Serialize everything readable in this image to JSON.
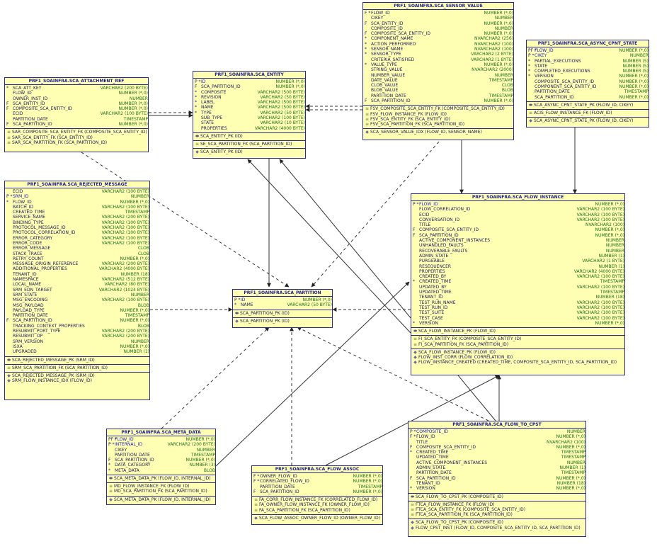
{
  "entities": {
    "sensor_value": {
      "title": "PRF1_SOAINFRA.SCA_SENSOR_VALUE",
      "columns": [
        {
          "key": "F *",
          "name": "FLOW_ID",
          "type": "NUMBER (*,0)"
        },
        {
          "key": "",
          "name": "CIKEY",
          "type": "NUMBER"
        },
        {
          "key": "F",
          "name": "SCA_ENTITY_ID",
          "type": "NUMBER (*,0)"
        },
        {
          "key": "",
          "name": "COMPOSITE_ID",
          "type": "NUMBER"
        },
        {
          "key": "F",
          "name": "COMPOSITE_SCA_ENTITY_ID",
          "type": "NUMBER (*,0)"
        },
        {
          "key": "*",
          "name": "COMPONENT_NAME",
          "type": "NVARCHAR2 (256)"
        },
        {
          "key": "*",
          "name": "ACTION_PERFORMED",
          "type": "NVARCHAR2 (100)"
        },
        {
          "key": "*",
          "name": "SENSOR_NAME",
          "type": "NVARCHAR2 (100)"
        },
        {
          "key": "*",
          "name": "SENSOR_TYPE",
          "type": "VARCHAR2 (2 BYTE)"
        },
        {
          "key": "",
          "name": "CRITERIA_SATISFIED",
          "type": "VARCHAR2 (1 BYTE)"
        },
        {
          "key": "*",
          "name": "VALUE_TYPE",
          "type": "NUMBER (*,0)"
        },
        {
          "key": "",
          "name": "STRING_VALUE",
          "type": "NVARCHAR2 (2000)"
        },
        {
          "key": "",
          "name": "NUMBER_VALUE",
          "type": "NUMBER"
        },
        {
          "key": "",
          "name": "DATE_VALUE",
          "type": "TIMESTAMP"
        },
        {
          "key": "",
          "name": "CLOB_VALUE",
          "type": "CLOB"
        },
        {
          "key": "",
          "name": "BLOB_VALUE",
          "type": "BLOB"
        },
        {
          "key": "",
          "name": "PARTITION_DATE",
          "type": "TIMESTAMP"
        },
        {
          "key": "F",
          "name": "SCA_PARTITION_ID",
          "type": "NUMBER (*,0)"
        }
      ],
      "fks": [
        "FSV_COMPOSITE_SCA_ENTITY_FK (COMPOSITE_SCA_ENTITY_ID)",
        "FSV_FLOW_INSTANCE_FK (FLOW_ID)",
        "FSV_SCA_ENTITY_FK (SCA_ENTITY_ID)",
        "FSV_SCA_PARTITION_FK (SCA_PARTITION_ID)"
      ],
      "indexes": [
        "SCA_SENSOR_VALUE_IDX (FLOW_ID, SENSOR_NAME)"
      ]
    },
    "async_cpnt_state": {
      "title": "PRF1_SOAINFRA.SCA_ASYNC_CPNT_STATE",
      "columns": [
        {
          "key": "PF *",
          "name": "FLOW_ID",
          "type": "NUMBER (*,0)"
        },
        {
          "key": "P *",
          "name": "CIKEY",
          "type": "NUMBER"
        },
        {
          "key": "*",
          "name": "PARTIAL_EXECUTIONS",
          "type": "NUMBER (5)"
        },
        {
          "key": "*",
          "name": "STATE",
          "type": "NUMBER (5)"
        },
        {
          "key": "*",
          "name": "COMPLETED_EXECUTIONS",
          "type": "NUMBER (5)"
        },
        {
          "key": "*",
          "name": "VERSION",
          "type": "NUMBER (*,0)"
        },
        {
          "key": "",
          "name": "COMPOSITE_SCA_ENTITY_ID",
          "type": "NUMBER (*,0)"
        },
        {
          "key": "",
          "name": "COMPONENT_SCA_ENTITY_ID",
          "type": "NUMBER (*,0)"
        },
        {
          "key": "",
          "name": "PARTITION_DATE",
          "type": "TIMESTAMP"
        },
        {
          "key": "",
          "name": "SCA_PARTITION_ID",
          "type": "NUMBER (*,0)"
        }
      ],
      "pks": [
        "SCA_ASYNC_CPNT_STATE_PK (FLOW_ID, CIKEY)"
      ],
      "fks": [
        "ACIS_FLOW_INSTANCE_FK (FLOW_ID)"
      ],
      "indexes": [
        "SCA_ASYNC_CPNT_STATE_PK (FLOW_ID, CIKEY)"
      ]
    },
    "attachment_ref": {
      "title": "PRF1_SOAINFRA.SCA_ATTACHMENT_REF",
      "columns": [
        {
          "key": "*",
          "name": "SCA_ATT_KEY",
          "type": "VARCHAR2 (200 BYTE)"
        },
        {
          "key": "",
          "name": "FLOW_ID",
          "type": "NUMBER (*,0)"
        },
        {
          "key": "",
          "name": "OWNER_INST_ID",
          "type": "NUMBER"
        },
        {
          "key": "F",
          "name": "SCA_ENTITY_ID",
          "type": "NUMBER (*,0)"
        },
        {
          "key": "F",
          "name": "COMPOSITE_SCA_ENTITY_ID",
          "type": "NUMBER (*,0)"
        },
        {
          "key": "",
          "name": "ECID",
          "type": "VARCHAR2 (100 BYTE)"
        },
        {
          "key": "",
          "name": "PARTITION_DATE",
          "type": "TIMESTAMP"
        },
        {
          "key": "F",
          "name": "SCA_PARTITION_ID",
          "type": "NUMBER (*,0)"
        }
      ],
      "fks": [
        "SAR_COMPOSITE_SCA_ENTITY_FK (COMPOSITE_SCA_ENTITY_ID)",
        "SAR_SCA_ENTITY_FK (SCA_ENTITY_ID)",
        "SAR_SCA_PARTITION_FK (SCA_PARTITION_ID)"
      ]
    },
    "sca_entity": {
      "title": "PRF1_SOAINFRA.SCA_ENTITY",
      "columns": [
        {
          "key": "P *",
          "name": "ID",
          "type": "NUMBER (*,0)"
        },
        {
          "key": "F",
          "name": "SCA_PARTITION_ID",
          "type": "NUMBER (*,0)"
        },
        {
          "key": "*",
          "name": "COMPOSITE",
          "type": "VARCHAR2 (500 BYTE)"
        },
        {
          "key": "*",
          "name": "REVISION",
          "type": "VARCHAR2 (50 BYTE)"
        },
        {
          "key": "*",
          "name": "LABEL",
          "type": "VARCHAR2 (500 BYTE)"
        },
        {
          "key": "*",
          "name": "NAME",
          "type": "VARCHAR2 (500 BYTE)"
        },
        {
          "key": "*",
          "name": "TYPE",
          "type": "VARCHAR2 (50 BYTE)"
        },
        {
          "key": "",
          "name": "SUB_TYPE",
          "type": "VARCHAR2 (100 BYTE)"
        },
        {
          "key": "",
          "name": "STATE",
          "type": "VARCHAR2 (10 BYTE)"
        },
        {
          "key": "",
          "name": "PROPERTIES",
          "type": "VARCHAR2 (4000 BYTE)"
        }
      ],
      "pks": [
        "SCA_ENTITY_PK (ID)"
      ],
      "fks": [
        "SE_SCA_PARTITION_FK (SCA_PARTITION_ID)"
      ],
      "indexes": [
        "SCA_ENTITY_PK (ID)"
      ]
    },
    "rejected_message": {
      "title": "PRF1_SOAINFRA.SCA_REJECTED_MESSAGE",
      "columns": [
        {
          "key": "",
          "name": "ECID",
          "type": "VARCHAR2 (100 BYTE)"
        },
        {
          "key": "P *",
          "name": "SRM_ID",
          "type": "NUMBER"
        },
        {
          "key": "*",
          "name": "FLOW_ID",
          "type": "NUMBER (*,0)"
        },
        {
          "key": "",
          "name": "BATCH_ID",
          "type": "VARCHAR2 (100 BYTE)"
        },
        {
          "key": "",
          "name": "CREATED_TIME",
          "type": "TIMESTAMP"
        },
        {
          "key": "",
          "name": "SERVICE_NAME",
          "type": "VARCHAR2 (200 BYTE)"
        },
        {
          "key": "",
          "name": "BINDING_TYPE",
          "type": "VARCHAR2 (100 BYTE)"
        },
        {
          "key": "",
          "name": "PROTOCOL_MESSAGE_ID",
          "type": "VARCHAR2 (100 BYTE)"
        },
        {
          "key": "",
          "name": "PROTOCOL_CORRELATION_ID",
          "type": "VARCHAR2 (100 BYTE)"
        },
        {
          "key": "",
          "name": "ERROR_CATEGORY",
          "type": "VARCHAR2 (100 BYTE)"
        },
        {
          "key": "",
          "name": "ERROR_CODE",
          "type": "VARCHAR2 (100 BYTE)"
        },
        {
          "key": "",
          "name": "ERROR_MESSAGE",
          "type": "CLOB"
        },
        {
          "key": "",
          "name": "STACK_TRACE",
          "type": "CLOB"
        },
        {
          "key": "",
          "name": "RETRY_COUNT",
          "type": "NUMBER (*,0)"
        },
        {
          "key": "",
          "name": "MESSAGE_ORIGIN_REFERENCE",
          "type": "VARCHAR2 (200 BYTE)"
        },
        {
          "key": "",
          "name": "ADDITIONAL_PROPERTIES",
          "type": "VARCHAR2 (4000 BYTE)"
        },
        {
          "key": "",
          "name": "TENANT_ID",
          "type": "NUMBER (18)"
        },
        {
          "key": "",
          "name": "NAMESPACE",
          "type": "VARCHAR2 (512 BYTE)"
        },
        {
          "key": "",
          "name": "LOCAL_NAME",
          "type": "VARCHAR2 (80 BYTE)"
        },
        {
          "key": "",
          "name": "SRM_EDN_TARGET",
          "type": "VARCHAR2 (1024 BYTE)"
        },
        {
          "key": "",
          "name": "SRM_STATE",
          "type": "NUMBER"
        },
        {
          "key": "",
          "name": "MSG_ENCODING",
          "type": "VARCHAR2 (100 BYTE)"
        },
        {
          "key": "",
          "name": "MSG_PAYLOAD",
          "type": "BLOB"
        },
        {
          "key": "",
          "name": "PAYLOAD_TYPE",
          "type": "NUMBER (*,0)"
        },
        {
          "key": "",
          "name": "PARTITION_DATE",
          "type": "TIMESTAMP"
        },
        {
          "key": "F",
          "name": "SCA_PARTITION_ID",
          "type": "NUMBER (*,0)"
        },
        {
          "key": "",
          "name": "TRACKING_CONTEXT_PROPERTIES",
          "type": "BLOB"
        },
        {
          "key": "",
          "name": "RESUBMIT_PORT_TYPE",
          "type": "VARCHAR2 (200 BYTE)"
        },
        {
          "key": "",
          "name": "RESUBMIT_OP",
          "type": "VARCHAR2 (200 BYTE)"
        },
        {
          "key": "",
          "name": "SRM_VERSION",
          "type": "NUMBER"
        },
        {
          "key": "",
          "name": "ISXA",
          "type": "NUMBER (*,0)"
        },
        {
          "key": "",
          "name": "UPGRADED",
          "type": "NUMBER (1)"
        }
      ],
      "pks": [
        "SCA_REJECTED_MESSAGE_PK (SRM_ID)"
      ],
      "fks": [
        "SRM_SCA_PARTITION_FK (SCA_PARTITION_ID)"
      ],
      "indexes": [
        "SCA_REJECTED_MESSAGE_PK (SRM_ID)",
        "SRM_FLOW_INSTANCE_IDX (FLOW_ID)"
      ]
    },
    "sca_partition": {
      "title": "PRF1_SOAINFRA.SCA_PARTITION",
      "columns": [
        {
          "key": "P *",
          "name": "ID",
          "type": "NUMBER (*,0)"
        },
        {
          "key": "*",
          "name": "NAME",
          "type": "VARCHAR2 (50 BYTE)"
        }
      ],
      "pks": [
        "SCA_PARTITION_PK (ID)"
      ],
      "indexes": [
        "SCA_PARTITION_PK (ID)"
      ]
    },
    "flow_instance": {
      "title": "PRF1_SOAINFRA.SCA_FLOW_INSTANCE",
      "columns": [
        {
          "key": "P *",
          "name": "FLOW_ID",
          "type": "NUMBER (*,0)"
        },
        {
          "key": "",
          "name": "FLOW_CORRELATION_ID",
          "type": "VARCHAR2 (100 BYTE)"
        },
        {
          "key": "",
          "name": "ECID",
          "type": "VARCHAR2 (100 BYTE)"
        },
        {
          "key": "",
          "name": "CONVERSATION_ID",
          "type": "VARCHAR2 (100 BYTE)"
        },
        {
          "key": "",
          "name": "TITLE",
          "type": "NVARCHAR2 (100)"
        },
        {
          "key": "F",
          "name": "COMPOSITE_SCA_ENTITY_ID",
          "type": "NUMBER (*,0)"
        },
        {
          "key": "F",
          "name": "SCA_PARTITION_ID",
          "type": "NUMBER (*,0)"
        },
        {
          "key": "",
          "name": "ACTIVE_COMPONENT_INSTANCES",
          "type": "NUMBER"
        },
        {
          "key": "",
          "name": "UNHANDLED_FAULTS",
          "type": "NUMBER"
        },
        {
          "key": "",
          "name": "RECOVERABLE_FAULTS",
          "type": "NUMBER"
        },
        {
          "key": "",
          "name": "ADMIN_STATE",
          "type": "NUMBER (1)"
        },
        {
          "key": "",
          "name": "PURGEABLE",
          "type": "VARCHAR2 (1 BYTE)"
        },
        {
          "key": "",
          "name": "RESEQUENCER",
          "type": "NUMBER (1)"
        },
        {
          "key": "",
          "name": "PROPERTIES",
          "type": "VARCHAR2 (4000 BYTE)"
        },
        {
          "key": "",
          "name": "CREATED_BY",
          "type": "VARCHAR2 (100 BYTE)"
        },
        {
          "key": "*",
          "name": "CREATED_TIME",
          "type": "TIMESTAMP"
        },
        {
          "key": "",
          "name": "UPDATED_BY",
          "type": "VARCHAR2 (100 BYTE)"
        },
        {
          "key": "",
          "name": "UPDATED_TIME",
          "type": "TIMESTAMP"
        },
        {
          "key": "",
          "name": "TENANT_ID",
          "type": "NUMBER (18)"
        },
        {
          "key": "",
          "name": "TEST_RUN_NAME",
          "type": "VARCHAR2 (100 BYTE)"
        },
        {
          "key": "",
          "name": "TEST_RUN_ID",
          "type": "VARCHAR2 (100 BYTE)"
        },
        {
          "key": "",
          "name": "TEST_SUITE",
          "type": "VARCHAR2 (100 BYTE)"
        },
        {
          "key": "",
          "name": "TEST_CASE",
          "type": "VARCHAR2 (100 BYTE)"
        },
        {
          "key": "*",
          "name": "VERSION",
          "type": "NUMBER (*,0)"
        }
      ],
      "pks": [
        "SCA_FLOW_INSTANCE_PK (FLOW_ID)"
      ],
      "fks": [
        "FI_SCA_ENTITY_FK (COMPOSITE_SCA_ENTITY_ID)",
        "FI_SCA_PARTITION_FK (SCA_PARTITION_ID)"
      ],
      "indexes": [
        "SCA_FLOW_INSTANCE_PK (FLOW_ID)",
        "FLOW_INST_CORR (FLOW_CORRELATION_ID)",
        "FLOW_INSTANCE_CREATED (CREATED_TIME, COMPOSITE_SCA_ENTITY_ID, SCA_PARTITION_ID)"
      ]
    },
    "meta_data": {
      "title": "PRF1_SOAINFRA.SCA_META_DATA",
      "columns": [
        {
          "key": "PF *",
          "name": "FLOW_ID",
          "type": "NUMBER (*,0)"
        },
        {
          "key": "P *",
          "name": "INTERNAL_ID",
          "type": "VARCHAR2 (200 BYTE)"
        },
        {
          "key": "",
          "name": "CIKEY",
          "type": "NUMBER"
        },
        {
          "key": "",
          "name": "PARTITION_DATE",
          "type": "TIMESTAMP"
        },
        {
          "key": "F",
          "name": "SCA_PARTITION_ID",
          "type": "NUMBER (*,0)"
        },
        {
          "key": "*",
          "name": "DATA_CATEGORY",
          "type": "NUMBER (3)"
        },
        {
          "key": "*",
          "name": "META_DATA",
          "type": "BLOB"
        }
      ],
      "pks": [
        "SCA_META_DATA_PK (FLOW_ID, INTERNAL_ID)"
      ],
      "fks": [
        "MD_FLOW_INSTANCE_FK (FLOW_ID)",
        "MD_SCA_PARTITION_FK (SCA_PARTITION_ID)"
      ],
      "indexes": [
        "SCA_META_DATA_PK (FLOW_ID, INTERNAL_ID)"
      ]
    },
    "flow_assoc": {
      "title": "PRF1_SOAINFRA.SCA_FLOW_ASSOC",
      "columns": [
        {
          "key": "F *",
          "name": "OWNER_FLOW_ID",
          "type": "NUMBER (*,0)"
        },
        {
          "key": "F *",
          "name": "CORRELATED_FLOW_ID",
          "type": "NUMBER (*,0)"
        },
        {
          "key": "",
          "name": "PARTITION_DATE",
          "type": "TIMESTAMP"
        },
        {
          "key": "F",
          "name": "SCA_PARTITION_ID",
          "type": "NUMBER (*,0)"
        }
      ],
      "fks": [
        "FA_CORR_FLOW_INSTANCE_FK (CORRELATED_FLOW_ID)",
        "FA_OWNER_FLOW_INSTANCE_FK (OWNER_FLOW_ID)",
        "FA_SCA_PARTITION_FK (SCA_PARTITION_ID)"
      ],
      "indexes": [
        "SCA_FLOW_ASSOC_OWNER_FLOW_ID (OWNER_FLOW_ID)"
      ]
    },
    "flow_to_cpst": {
      "title": "PRF1_SOAINFRA.SCA_FLOW_TO_CPST",
      "columns": [
        {
          "key": "P *",
          "name": "COMPOSITE_ID",
          "type": "NUMBER"
        },
        {
          "key": "F *",
          "name": "FLOW_ID",
          "type": "NUMBER (*,0)"
        },
        {
          "key": "",
          "name": "TITLE",
          "type": "NVARCHAR2 (100)"
        },
        {
          "key": "F",
          "name": "COMPOSITE_SCA_ENTITY_ID",
          "type": "NUMBER (*,0)"
        },
        {
          "key": "*",
          "name": "CREATED_TIME",
          "type": "TIMESTAMP"
        },
        {
          "key": "",
          "name": "UPDATED_TIME",
          "type": "TIMESTAMP"
        },
        {
          "key": "",
          "name": "ACTIVE_COMPONENT_INSTANCES",
          "type": "NUMBER"
        },
        {
          "key": "",
          "name": "ADMIN_STATE",
          "type": "NUMBER (1)"
        },
        {
          "key": "",
          "name": "PARTITION_DATE",
          "type": "TIMESTAMP"
        },
        {
          "key": "F",
          "name": "SCA_PARTITION_ID",
          "type": "NUMBER (*,0)"
        },
        {
          "key": "",
          "name": "TENANT_ID",
          "type": "NUMBER (18)"
        },
        {
          "key": "*",
          "name": "VERSION",
          "type": "NUMBER (*,0)"
        }
      ],
      "pks": [
        "SCA_FLOW_TO_CPST_PK (COMPOSITE_ID)"
      ],
      "fks": [
        "FTCA_FLOW_INSTANCE_FK (FLOW_ID)",
        "FTCA_SCA_ENTITY_FK (COMPOSITE_SCA_ENTITY_ID)",
        "FTCA_SCA_PARTITION_FK (SCA_PARTITION_ID)"
      ],
      "indexes": [
        "SCA_FLOW_TO_CPST_PK (COMPOSITE_ID)",
        "FLOW_CPST_INST (FLOW_ID, COMPOSITE_SCA_ENTITY_ID, SCA_PARTITION_ID)"
      ]
    }
  },
  "colors": {
    "entity_fill": "#ffffb4",
    "entity_border": "#2a2a8a",
    "title_text": "#1c1c9c",
    "type_text": "#1f6f1f",
    "relation_line": "#333333"
  }
}
